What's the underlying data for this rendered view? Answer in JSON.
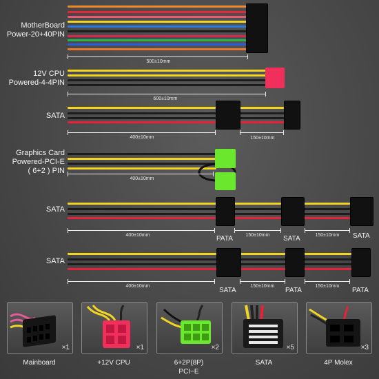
{
  "rows": [
    {
      "label_lines": [
        "MotherBoard",
        "Power-20+40PIN"
      ],
      "dimensions": [
        "500±10mm"
      ]
    },
    {
      "label_lines": [
        "12V CPU",
        "Powered-4-4PIN"
      ],
      "dimensions": [
        "600±10mm"
      ]
    },
    {
      "label_lines": [
        "SATA"
      ],
      "dimensions": [
        "400±10mm",
        "150±10mm"
      ]
    },
    {
      "label_lines": [
        "Graphics Card",
        "Powered-PCI-E",
        "( 6+2 ) PIN"
      ],
      "dimensions": [
        "400±10mm"
      ]
    },
    {
      "label_lines": [
        "SATA"
      ],
      "dimensions": [
        "400±10mm",
        "150±10mm",
        "150±10mm"
      ],
      "tags": [
        "PATA",
        "SATA",
        "SATA"
      ]
    },
    {
      "label_lines": [
        "SATA"
      ],
      "dimensions": [
        "400±10mm",
        "150±10mm",
        "150±10mm"
      ],
      "tags": [
        "SATA",
        "PATA",
        "PATA"
      ]
    }
  ],
  "panels": [
    {
      "name": "Mainboard",
      "count": "×1"
    },
    {
      "name": "+12V CPU",
      "count": "×1"
    },
    {
      "name": "6+2P(8P)",
      "name2": "PCI−E",
      "count": "×2"
    },
    {
      "name": "SATA",
      "count": "×5"
    },
    {
      "name": "4P Molex",
      "count": "×3"
    }
  ],
  "colors": {
    "yellow": "#f2d422",
    "red": "#e8203a",
    "black": "#1c1c1c",
    "pcie_green": "#6be82e",
    "cpu_pink": "#f0305a",
    "white_pin": "#e8e8e8"
  }
}
